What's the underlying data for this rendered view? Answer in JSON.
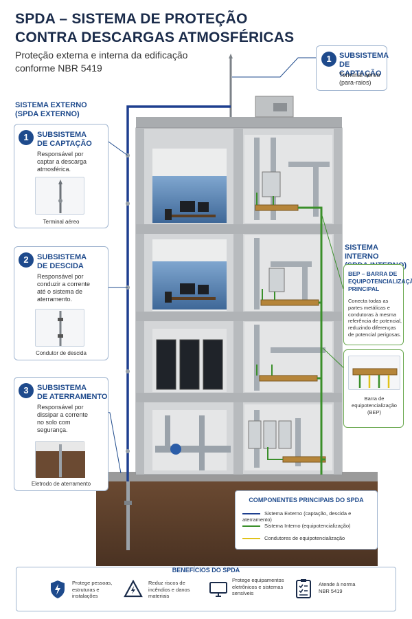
{
  "header": {
    "title_line1": "SPDA – SISTEMA DE PROTEÇÃO",
    "title_line2": "CONTRA DESCARGAS ATMOSFÉRICAS",
    "subtitle_line1": "Proteção externa e interna da edificação",
    "subtitle_line2": "conforme NBR 5419"
  },
  "top_callout": {
    "number": "1",
    "title_line1": "SUBSISTEMA",
    "title_line2": "DE CAPTAÇÃO",
    "text_line1": "Terminal aéreo",
    "text_line2": "(para-raios)"
  },
  "external": {
    "label_line1": "SISTEMA EXTERNO",
    "label_line2": "(SPDA EXTERNO)",
    "cards": [
      {
        "number": "1",
        "title_line1": "SUBSISTEMA",
        "title_line2": "DE CAPTAÇÃO",
        "text": [
          "Responsável por",
          "captar a descarga",
          "atmosférica."
        ],
        "caption": "Terminal aéreo"
      },
      {
        "number": "2",
        "title_line1": "SUBSISTEMA",
        "title_line2": "DE DESCIDA",
        "text": [
          "Responsável por",
          "conduzir a corrente",
          "até o sistema de",
          "aterramento."
        ],
        "caption": "Condutor de descida"
      },
      {
        "number": "3",
        "title_line1": "SUBSISTEMA",
        "title_line2": "DE ATERRAMENTO",
        "text": [
          "Responsável por",
          "dissipar a corrente",
          "no solo com",
          "segurança."
        ],
        "caption": "Eletrodo de aterramento"
      }
    ]
  },
  "internal": {
    "label_line1": "SISTEMA INTERNO",
    "label_line2": "(SPDA INTERNO)",
    "bep_title": [
      "BEP – BARRA DE",
      "EQUIPOTENCIALIZAÇÃO",
      "PRINCIPAL"
    ],
    "bep_text": [
      "Conecta todas as",
      "partes metálicas e",
      "condutoras à mesma",
      "referência de potencial,",
      "reduzindo diferenças",
      "de potencial perigosas."
    ],
    "bep_caption": [
      "Barra de",
      "equipotencialização",
      "(BEP)"
    ]
  },
  "legend": {
    "title": "COMPONENTES PRINCIPAIS DO SPDA",
    "items": [
      {
        "label": "Sistema Externo (captação, descida e aterramento)",
        "color": "#1e3f8f"
      },
      {
        "label": "Sistema Interno (equipotencialização)",
        "color": "#3a8f2a"
      },
      {
        "label": "Condutores de equipotencialização",
        "color": "#e0c21a"
      }
    ]
  },
  "benefits": {
    "title": "BENEFÍCIOS DO SPDA",
    "items": [
      {
        "icon": "shield-bolt-icon",
        "lines": [
          "Protege pessoas,",
          "estruturas e",
          "instalações"
        ]
      },
      {
        "icon": "warning-bolt-icon",
        "lines": [
          "Reduz riscos de",
          "incêndios e danos",
          "materiais"
        ]
      },
      {
        "icon": "monitor-icon",
        "lines": [
          "Protege equipamentos",
          "eletrônicos e sistemas",
          "sensíveis"
        ]
      },
      {
        "icon": "checklist-icon",
        "lines": [
          "Atende à norma",
          "NBR 5419"
        ]
      }
    ]
  },
  "colors": {
    "accent": "#1e4a8c",
    "external_conductor": "#1e3f8f",
    "internal_conductor": "#3a8f2a",
    "bonding_conductor": "#e0c21a"
  }
}
